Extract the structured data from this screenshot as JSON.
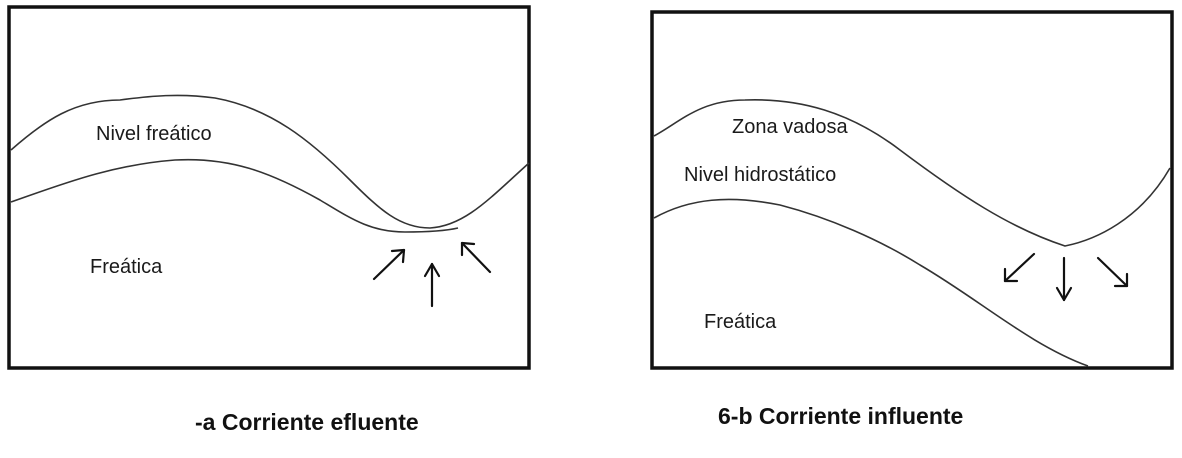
{
  "panel_a": {
    "label_nivel": "Nivel freático",
    "label_freatica": "Freática",
    "caption": "-a Corriente efluente"
  },
  "panel_b": {
    "label_zona": "Zona vadosa",
    "label_nivel": "Nivel hidrostático",
    "label_freatica": "Freática",
    "caption": "6-b Corriente influente"
  }
}
